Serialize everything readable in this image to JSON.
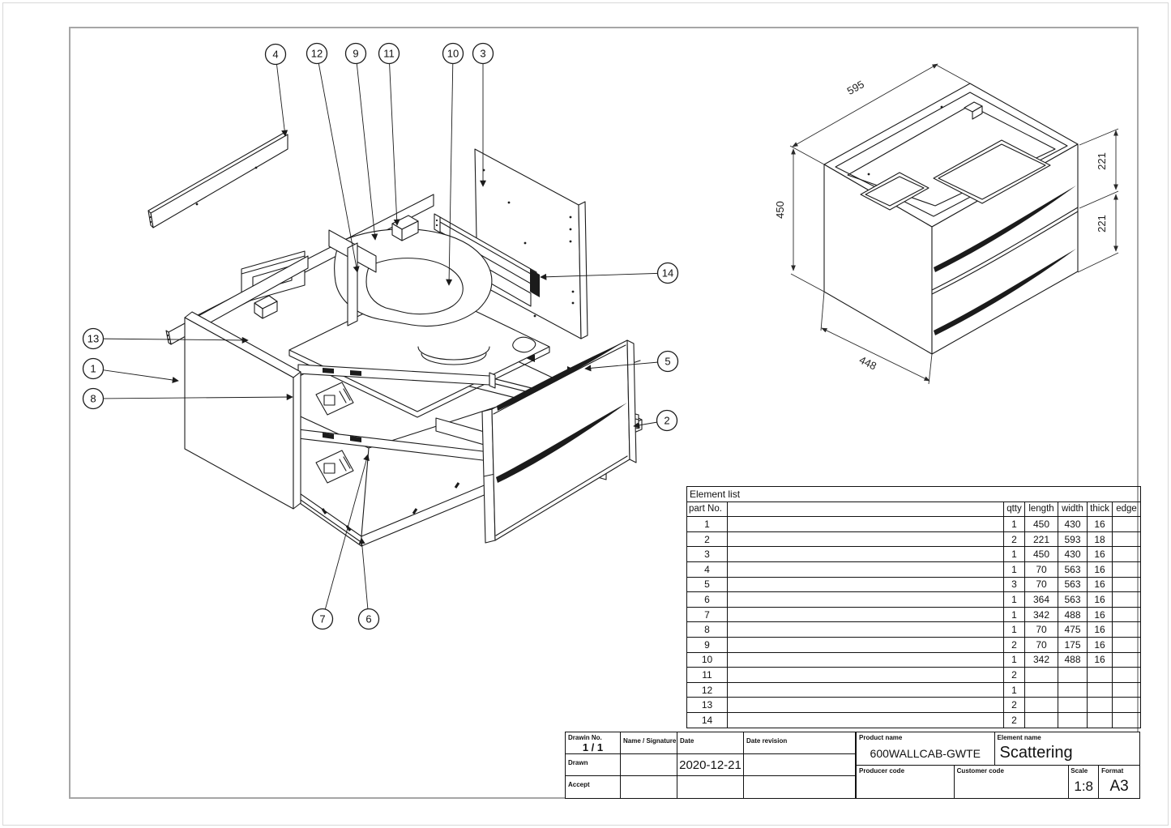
{
  "element_list": {
    "title": "Element list",
    "headers": {
      "part": "part No.",
      "name": "",
      "qtty": "qtty",
      "length": "length",
      "width": "width",
      "thick": "thick",
      "edge": "edge"
    },
    "rows": [
      {
        "part": "1",
        "name": "",
        "qtty": "1",
        "length": "450",
        "width": "430",
        "thick": "16",
        "edge": ""
      },
      {
        "part": "2",
        "name": "",
        "qtty": "2",
        "length": "221",
        "width": "593",
        "thick": "18",
        "edge": ""
      },
      {
        "part": "3",
        "name": "",
        "qtty": "1",
        "length": "450",
        "width": "430",
        "thick": "16",
        "edge": ""
      },
      {
        "part": "4",
        "name": "",
        "qtty": "1",
        "length": "70",
        "width": "563",
        "thick": "16",
        "edge": ""
      },
      {
        "part": "5",
        "name": "",
        "qtty": "3",
        "length": "70",
        "width": "563",
        "thick": "16",
        "edge": ""
      },
      {
        "part": "6",
        "name": "",
        "qtty": "1",
        "length": "364",
        "width": "563",
        "thick": "16",
        "edge": ""
      },
      {
        "part": "7",
        "name": "",
        "qtty": "1",
        "length": "342",
        "width": "488",
        "thick": "16",
        "edge": ""
      },
      {
        "part": "8",
        "name": "",
        "qtty": "1",
        "length": "70",
        "width": "475",
        "thick": "16",
        "edge": ""
      },
      {
        "part": "9",
        "name": "",
        "qtty": "2",
        "length": "70",
        "width": "175",
        "thick": "16",
        "edge": ""
      },
      {
        "part": "10",
        "name": "",
        "qtty": "1",
        "length": "342",
        "width": "488",
        "thick": "16",
        "edge": ""
      },
      {
        "part": "11",
        "name": "",
        "qtty": "2",
        "length": "",
        "width": "",
        "thick": "",
        "edge": ""
      },
      {
        "part": "12",
        "name": "",
        "qtty": "1",
        "length": "",
        "width": "",
        "thick": "",
        "edge": ""
      },
      {
        "part": "13",
        "name": "",
        "qtty": "2",
        "length": "",
        "width": "",
        "thick": "",
        "edge": ""
      },
      {
        "part": "14",
        "name": "",
        "qtty": "2",
        "length": "",
        "width": "",
        "thick": "",
        "edge": ""
      }
    ]
  },
  "title_block": {
    "drawing_no_label": "Drawin No.",
    "drawing_no": "1 / 1",
    "name_signature_label": "Name / Signature",
    "date_label": "Date",
    "date": "2020-12-21",
    "date_revision_label": "Date revision",
    "drawn_label": "Drawn",
    "accept_label": "Accept",
    "product_name_label": "Product name",
    "product_name": "600WALLCAB-GWTE",
    "element_name_label": "Element name",
    "element_name": "Scattering",
    "producer_code_label": "Producer code",
    "customer_code_label": "Customer code",
    "scale_label": "Scale",
    "scale": "1:8",
    "format_label": "Format",
    "format": "A3"
  },
  "iso": {
    "dim_width": "595",
    "dim_height": "450",
    "dim_depth": "448",
    "dim_drawer_top": "221",
    "dim_drawer_bottom": "221"
  },
  "balloons": [
    "4",
    "12",
    "9",
    "11",
    "10",
    "3",
    "13",
    "1",
    "8",
    "14",
    "5",
    "2",
    "7",
    "6"
  ],
  "colors": {
    "line": "#1b1b1b",
    "frame": "#a6a6a6"
  }
}
